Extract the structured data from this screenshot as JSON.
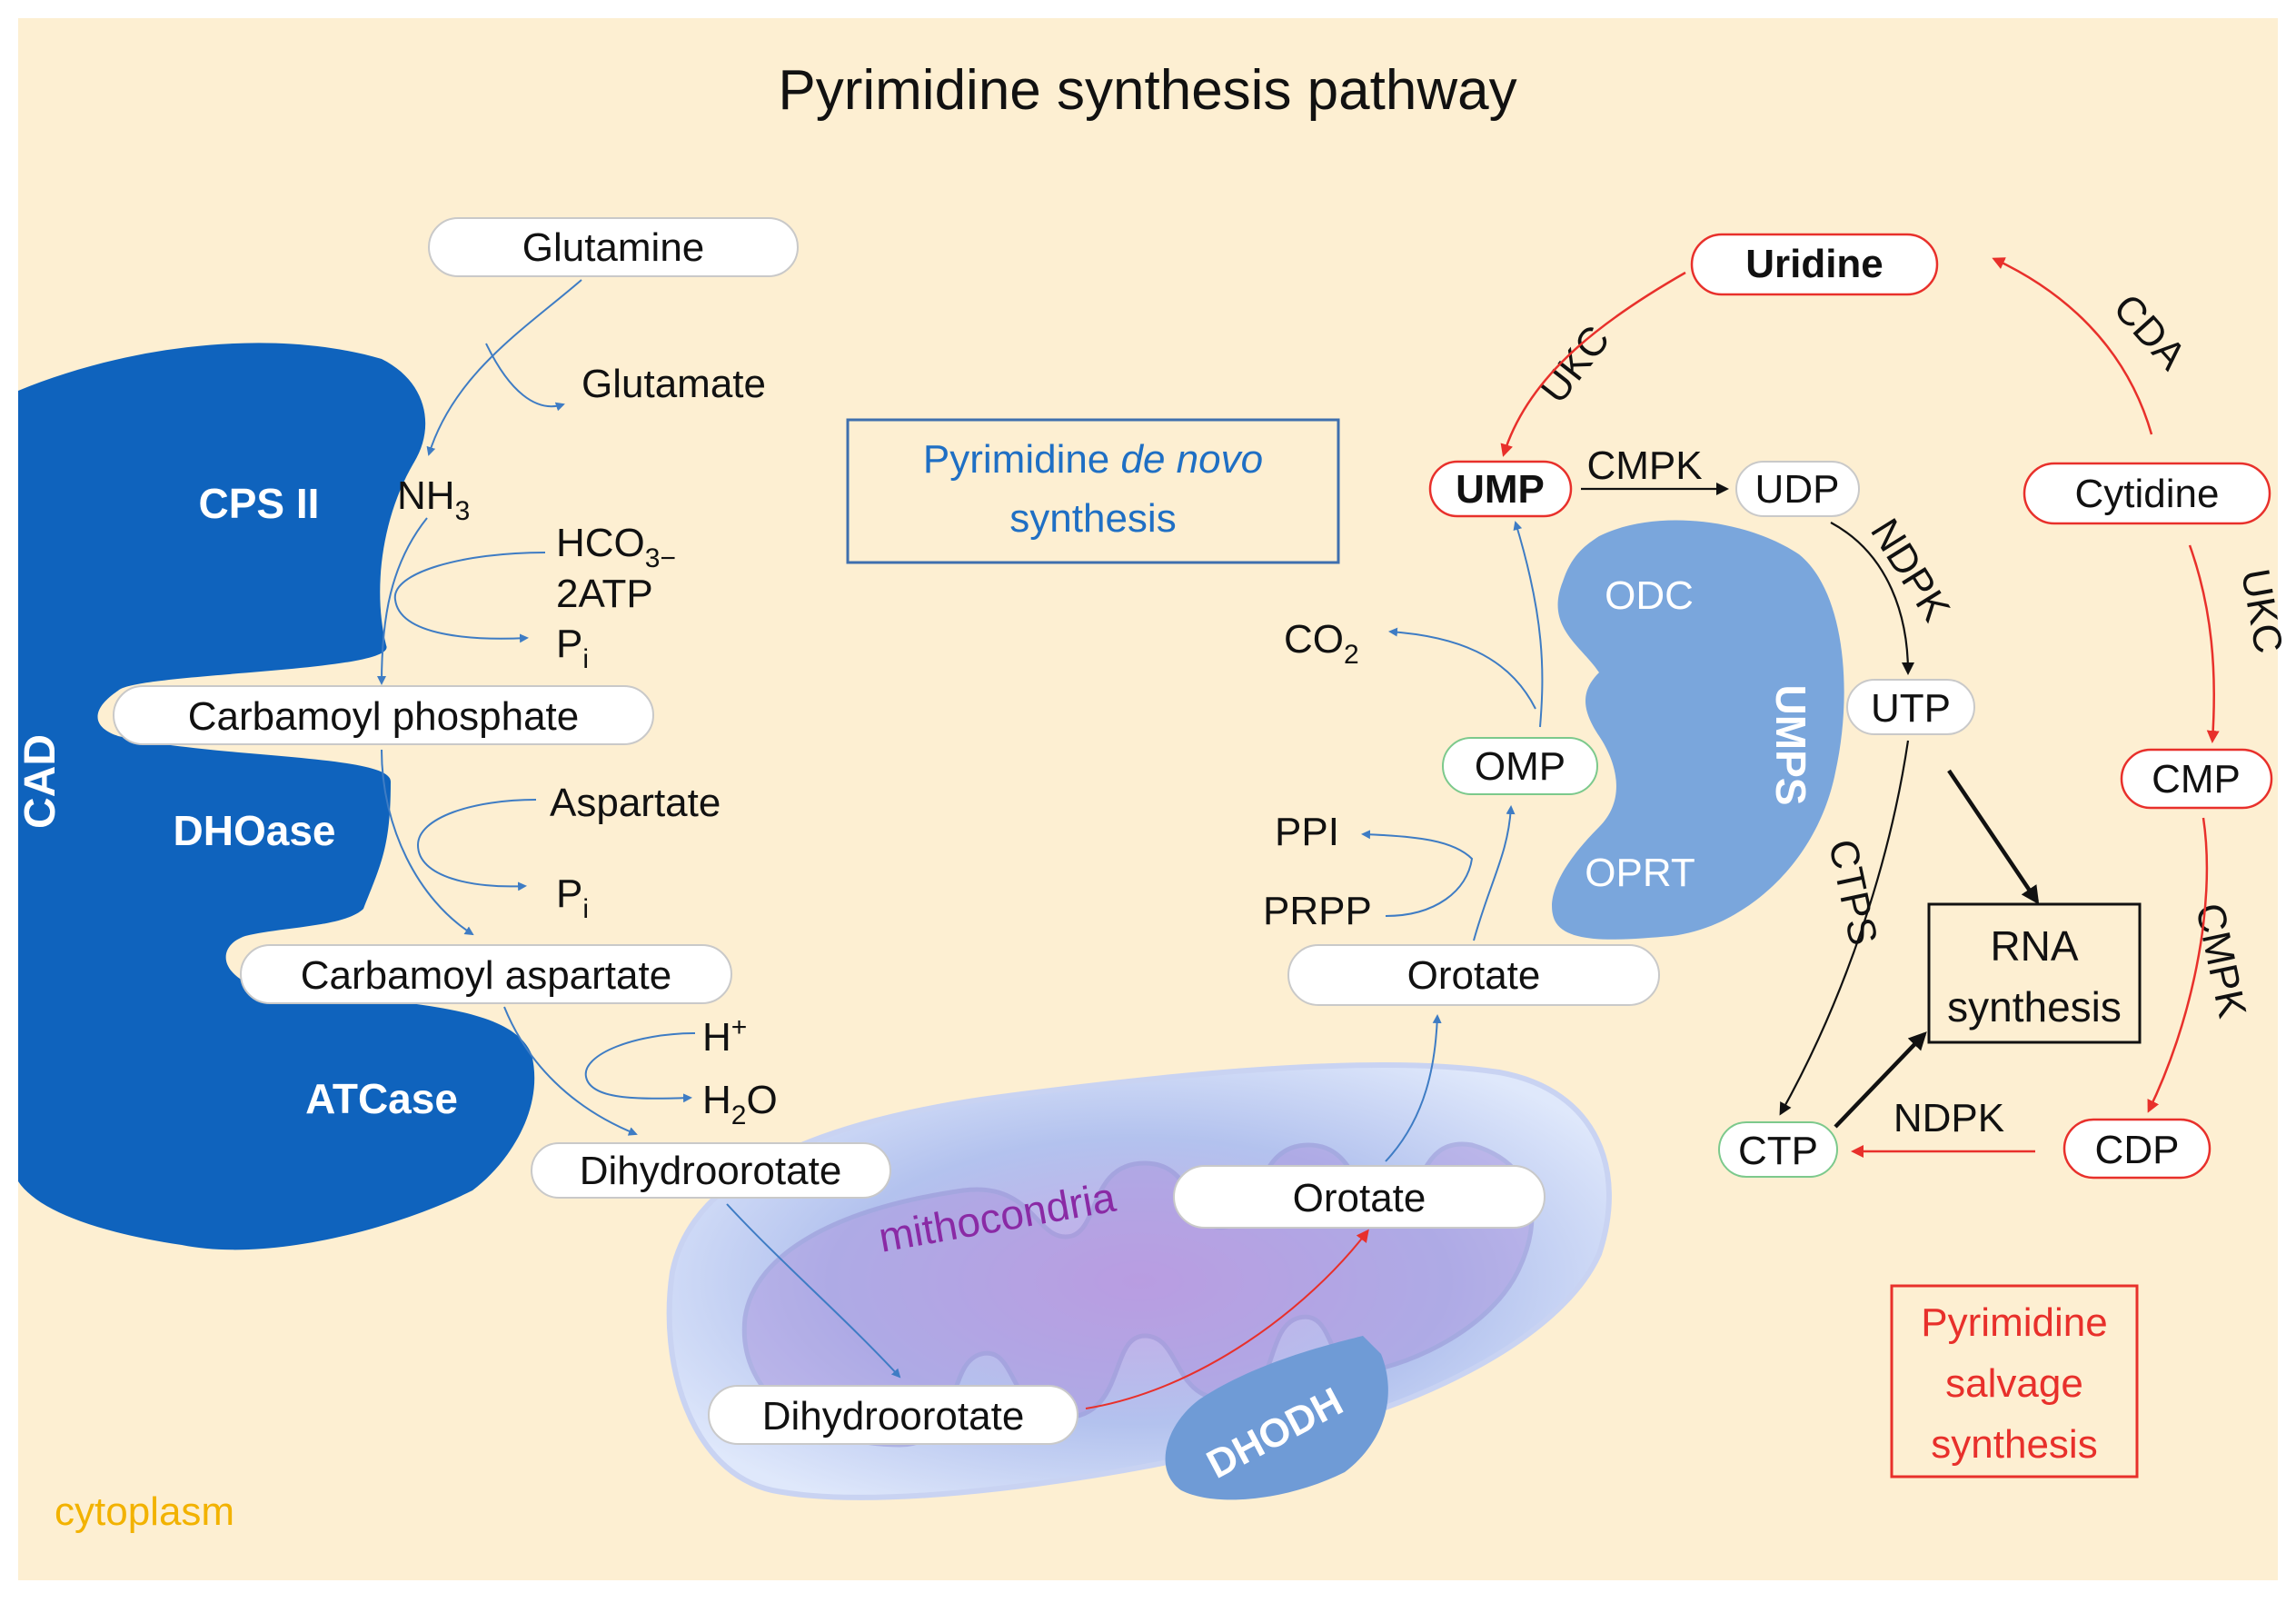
{
  "title": "Pyrimidine synthesis pathway",
  "colors": {
    "background": "#fdefd2",
    "cad_blue": "#0f63bd",
    "light_blue": "#7aa6dc",
    "red": "#e8302b",
    "green": "#1aa845",
    "purple": "#8a2aa5",
    "cytoplasm_yellow": "#f2b200"
  },
  "cad": {
    "label": "CAD",
    "cps2": "CPS II",
    "dhoase": "DHOase",
    "atcase": "ATCase"
  },
  "umps": {
    "label": "UMPS",
    "odc": "ODC",
    "oprt": "OPRT"
  },
  "dhodh": "DHODH",
  "mitochondria_label": "mithocondria",
  "cytoplasm_label": "cytoplasm",
  "de_novo_box": {
    "line1_a": "Pyrimidine ",
    "line1_b": "de novo",
    "line2": "synthesis"
  },
  "salvage_box": {
    "line1": "Pyrimidine",
    "line2": "salvage",
    "line3": "synthesis"
  },
  "rna_box": {
    "line1": "RNA",
    "line2": "synthesis"
  },
  "metabolites": {
    "glutamine": "Glutamine",
    "glutamate": "Glutamate",
    "nh3_main": "NH",
    "nh3_sub": "3",
    "hco3_main": "HCO",
    "hco3_sub": "3−",
    "atp2": "2ATP",
    "pi1_main": "P",
    "pi1_sub": "i",
    "carbamoyl_phosphate": "Carbamoyl phosphate",
    "aspartate": "Aspartate",
    "pi2_main": "P",
    "pi2_sub": "i",
    "carbamoyl_aspartate": "Carbamoyl aspartate",
    "h_main": "H",
    "h_sup": "+",
    "h2o_a": "H",
    "h2o_sub": "2",
    "h2o_b": "O",
    "dihydroorotate_cyto": "Dihydroorotate",
    "dihydroorotate_mito": "Dihydroorotate",
    "orotate_mito": "Orotate",
    "orotate_cyto": "Orotate",
    "prpp": "PRPP",
    "ppi": "PPI",
    "omp": "OMP",
    "co2_main": "CO",
    "co2_sub": "2",
    "ump": "UMP",
    "udp": "UDP",
    "utp": "UTP",
    "ctp": "CTP",
    "uridine": "Uridine",
    "cytidine": "Cytidine",
    "cmp": "CMP",
    "cdp": "CDP"
  },
  "enzymes": {
    "cmpk_top": "CMPK",
    "ndpk_right": "NDPK",
    "ctps": "CTPS",
    "ndpk_bottom": "NDPK",
    "ukc_left": "UKC",
    "cda": "CDA",
    "ukc_right": "UKC",
    "cmpk_right": "CMPK"
  }
}
